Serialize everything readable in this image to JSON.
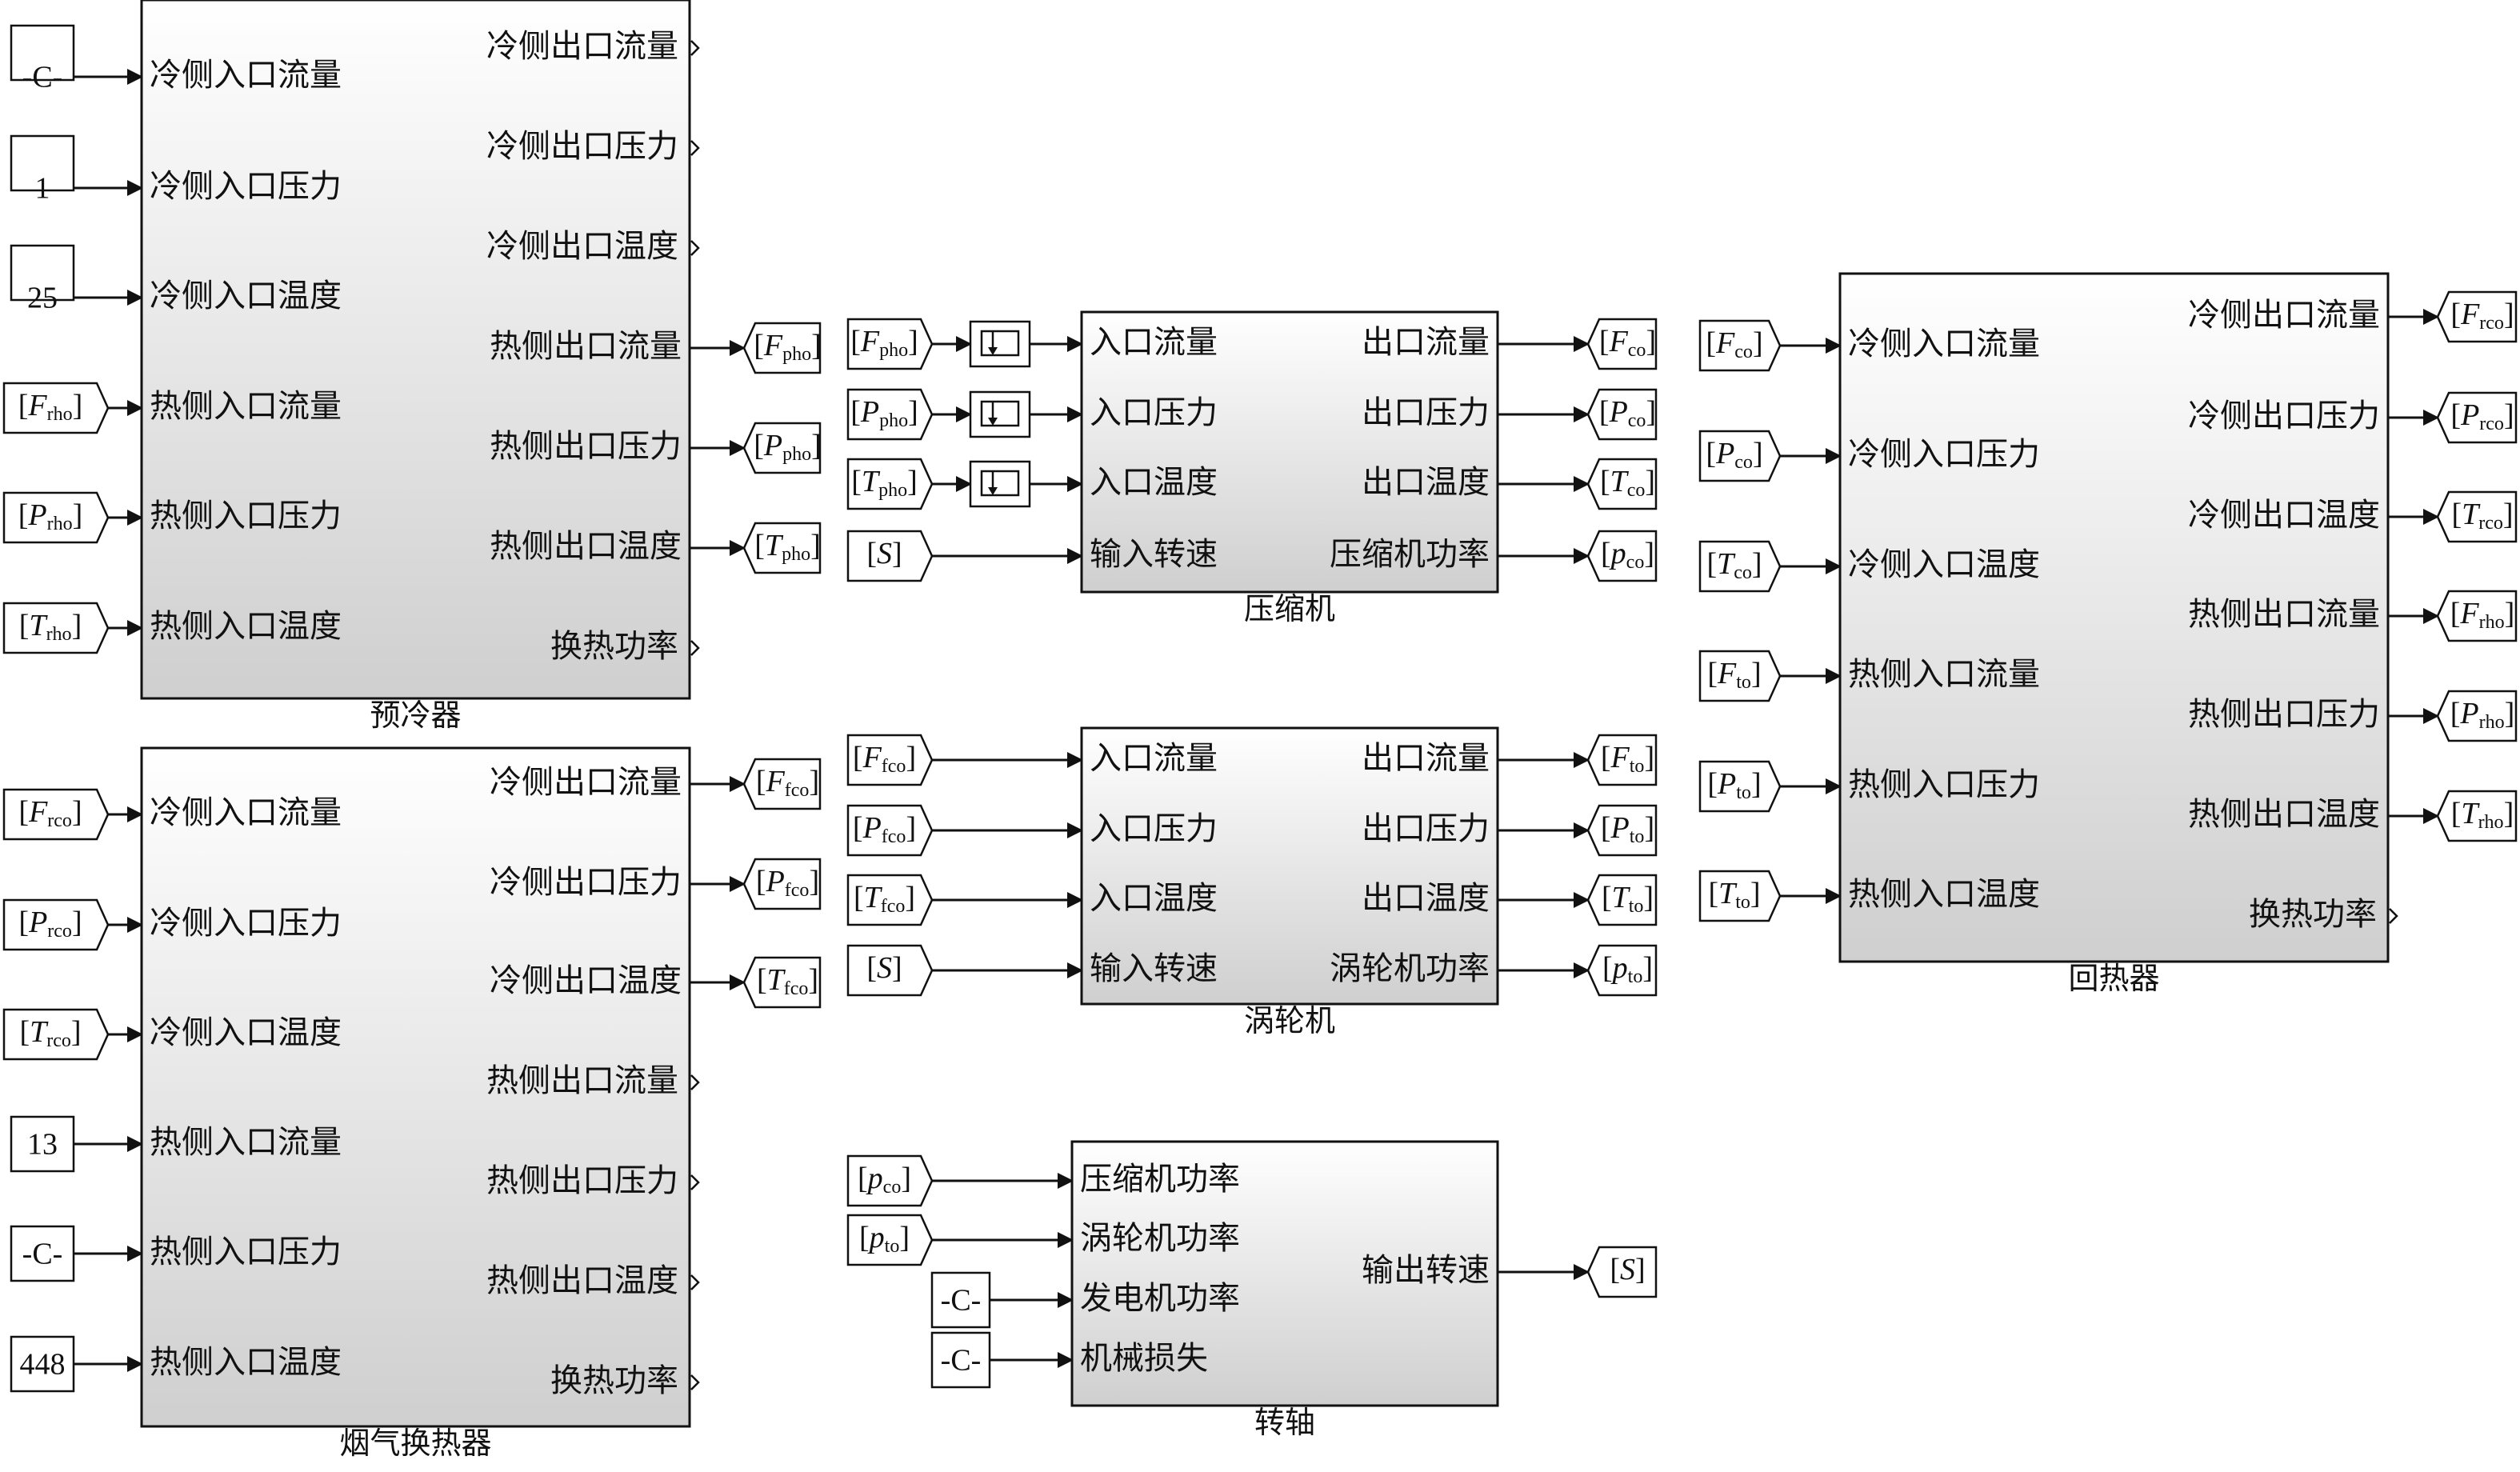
{
  "blocks": {
    "precooler": {
      "name": "预冷器",
      "inputs": [
        "冷侧入口流量",
        "冷侧入口压力",
        "冷侧入口温度",
        "热侧入口流量",
        "热侧入口压力",
        "热侧入口温度"
      ],
      "outputs": [
        "冷侧出口流量",
        "冷侧出口压力",
        "冷侧出口温度",
        "热侧出口流量",
        "热侧出口压力",
        "热侧出口温度",
        "换热功率"
      ]
    },
    "flue_gas_hx": {
      "name": "烟气换热器",
      "inputs": [
        "冷侧入口流量",
        "冷侧入口压力",
        "冷侧入口温度",
        "热侧入口流量",
        "热侧入口压力",
        "热侧入口温度"
      ],
      "outputs": [
        "冷侧出口流量",
        "冷侧出口压力",
        "冷侧出口温度",
        "热侧出口流量",
        "热侧出口压力",
        "热侧出口温度",
        "换热功率"
      ]
    },
    "compressor": {
      "name": "压缩机",
      "inputs": [
        "入口流量",
        "入口压力",
        "入口温度",
        "输入转速"
      ],
      "outputs": [
        "出口流量",
        "出口压力",
        "出口温度",
        "压缩机功率"
      ]
    },
    "turbine": {
      "name": "涡轮机",
      "inputs": [
        "入口流量",
        "入口压力",
        "入口温度",
        "输入转速"
      ],
      "outputs": [
        "出口流量",
        "出口压力",
        "出口温度",
        "涡轮机功率"
      ]
    },
    "shaft": {
      "name": "转轴",
      "inputs": [
        "压缩机功率",
        "涡轮机功率",
        "发电机功率",
        "机械损失"
      ],
      "outputs": [
        "输出转速"
      ]
    },
    "recuperator": {
      "name": "回热器",
      "inputs": [
        "冷侧入口流量",
        "冷侧入口压力",
        "冷侧入口温度",
        "热侧入口流量",
        "热侧入口压力",
        "热侧入口温度"
      ],
      "outputs": [
        "冷侧出口流量",
        "冷侧出口压力",
        "冷侧出口温度",
        "热侧出口流量",
        "热侧出口压力",
        "热侧出口温度",
        "换热功率"
      ]
    }
  },
  "sources": {
    "precooler": [
      "-C-",
      "1",
      "25"
    ],
    "flue_gas_hx": [
      "13",
      "-C-",
      "448"
    ],
    "shaft": [
      "-C-",
      "-C-"
    ]
  },
  "tags": {
    "precooler_from": [
      {
        "main": "F",
        "sub": "rho"
      },
      {
        "main": "P",
        "sub": "rho"
      },
      {
        "main": "T",
        "sub": "rho"
      }
    ],
    "precooler_goto": [
      {
        "main": "F",
        "sub": "pho"
      },
      {
        "main": "P",
        "sub": "pho"
      },
      {
        "main": "T",
        "sub": "pho"
      }
    ],
    "flue_from": [
      {
        "main": "F",
        "sub": "rco"
      },
      {
        "main": "P",
        "sub": "rco"
      },
      {
        "main": "T",
        "sub": "rco"
      }
    ],
    "flue_goto": [
      {
        "main": "F",
        "sub": "fco"
      },
      {
        "main": "P",
        "sub": "fco"
      },
      {
        "main": "T",
        "sub": "fco"
      }
    ],
    "compressor_from": [
      {
        "main": "F",
        "sub": "pho"
      },
      {
        "main": "P",
        "sub": "pho"
      },
      {
        "main": "T",
        "sub": "pho"
      },
      {
        "main": "S",
        "sub": ""
      }
    ],
    "compressor_goto": [
      {
        "main": "F",
        "sub": "co"
      },
      {
        "main": "P",
        "sub": "co"
      },
      {
        "main": "T",
        "sub": "co"
      },
      {
        "main": "p",
        "sub": "co"
      }
    ],
    "turbine_from": [
      {
        "main": "F",
        "sub": "fco"
      },
      {
        "main": "P",
        "sub": "fco"
      },
      {
        "main": "T",
        "sub": "fco"
      },
      {
        "main": "S",
        "sub": ""
      }
    ],
    "turbine_goto": [
      {
        "main": "F",
        "sub": "to"
      },
      {
        "main": "P",
        "sub": "to"
      },
      {
        "main": "T",
        "sub": "to"
      },
      {
        "main": "p",
        "sub": "to"
      }
    ],
    "shaft_from": [
      {
        "main": "p",
        "sub": "co"
      },
      {
        "main": "p",
        "sub": "to"
      }
    ],
    "shaft_goto": [
      {
        "main": "S",
        "sub": ""
      }
    ],
    "recup_from": [
      {
        "main": "F",
        "sub": "co"
      },
      {
        "main": "P",
        "sub": "co"
      },
      {
        "main": "T",
        "sub": "co"
      },
      {
        "main": "F",
        "sub": "to"
      },
      {
        "main": "P",
        "sub": "to"
      },
      {
        "main": "T",
        "sub": "to"
      }
    ],
    "recup_goto": [
      {
        "main": "F",
        "sub": "rco"
      },
      {
        "main": "P",
        "sub": "rco"
      },
      {
        "main": "T",
        "sub": "rco"
      },
      {
        "main": "F",
        "sub": "rho"
      },
      {
        "main": "P",
        "sub": "rho"
      },
      {
        "main": "T",
        "sub": "rho"
      }
    ]
  }
}
